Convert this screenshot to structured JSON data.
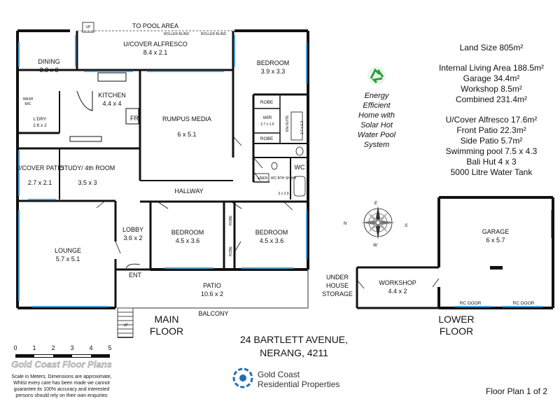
{
  "main_floor": {
    "top_label": "TO POOL AREA",
    "roller_blind_1": "ROLLER BLIND",
    "roller_blind_2": "ROLLER BLIND",
    "up_top": "UP",
    "rooms": [
      {
        "id": "dining",
        "name": "DINING",
        "dim": "3.3 x 3"
      },
      {
        "id": "alfresco",
        "name": "U/COVER ALFRESCO",
        "dim": "8.4 x 2.1"
      },
      {
        "id": "bedroom-top",
        "name": "BEDROOM",
        "dim": "3.9 x 3.3"
      },
      {
        "id": "kitchen",
        "name": "KITCHEN",
        "dim": "4.4 x 4"
      },
      {
        "id": "rumpus",
        "name": "RUMPUS MEDIA",
        "dim": "6 x 5.1"
      },
      {
        "id": "ldry",
        "name": "L'DRY",
        "dim": "2.6 x 2"
      },
      {
        "id": "wir",
        "name": "WIR",
        "dim": "2.7 x 1.5"
      },
      {
        "id": "ensuite",
        "name": "EN-SUITE",
        "dim": "2.7 x 1.3"
      },
      {
        "id": "patio-left",
        "name": "U/COVER PATIO",
        "dim": "2.7 x 2.1"
      },
      {
        "id": "study",
        "name": "STUDY/ 4th ROOM",
        "dim": "3.5 x 3"
      },
      {
        "id": "wc-bth",
        "name": "WC BTH SHWR",
        "dim": "3 x 2.9"
      },
      {
        "id": "lobby",
        "name": "LOBBY",
        "dim": "3.6 x 2"
      },
      {
        "id": "bedroom-mid",
        "name": "BEDROOM",
        "dim": "4.5 x 3.6"
      },
      {
        "id": "bedroom-right",
        "name": "BEDROOM",
        "dim": "4.5 x 3.6"
      },
      {
        "id": "lounge",
        "name": "LOUNGE",
        "dim": "5.7 x 5.1"
      },
      {
        "id": "patio-front",
        "name": "PATIO",
        "dim": "10.6 x 2"
      }
    ],
    "labels": {
      "hallway": "HALLWAY",
      "balcony": "BALCONY",
      "ent": "ENT",
      "fr": "FR",
      "wc": "WC",
      "robe1": "ROBE",
      "robe2": "ROBE",
      "robe_v1": "ROBE",
      "robe_v2": "ROBE",
      "linen": "LINEN",
      "wash": "WASH",
      "mc": "M/C",
      "up_bottom": "UP",
      "floor_name_1": "MAIN",
      "floor_name_2": "FLOOR"
    }
  },
  "lower_floor": {
    "garage_name": "GARAGE",
    "garage_dim": "6 x 5.7",
    "workshop_name": "WORKSHOP",
    "workshop_dim": "4.4 x 2",
    "under_house_1": "UNDER",
    "under_house_2": "HOUSE",
    "under_house_3": "STORAGE",
    "rc_door_1": "RC DOOR",
    "rc_door_2": "RC DOOR",
    "floor_name_1": "LOWER",
    "floor_name_2": "FLOOR"
  },
  "compass": {
    "n": "N",
    "e": "E",
    "s": "S",
    "w": "W"
  },
  "eco_text": [
    "Energy",
    "Efficient",
    "Home with",
    "Solar Hot",
    "Water Pool",
    "System"
  ],
  "stats": [
    "Land Size 805m²",
    "",
    "Internal Living Area 188.5m²",
    "Garage 34.4m²",
    "Workshop 8.5m²",
    "Combined 231.4m²",
    "",
    "U/Cover Alfresco 17.6m²",
    "Front Patio 22.3m²",
    "Side Patio 5.7m²",
    "Swimming pool 7.5 x 4.3",
    "Bali Hut 4 x 3",
    "5000 Litre Water Tank"
  ],
  "address_line_1": "24 BARTLETT AVENUE,",
  "address_line_2": "NERANG, 4211",
  "scale": {
    "ticks": [
      "0",
      "1",
      "2",
      "3",
      "4",
      "5"
    ]
  },
  "brand_left": "Gold Coast Floor Plans",
  "disclaimer": [
    "Scale in Meters, Dimensions are approximate,",
    "Whilst every care has been made we cannot",
    "guarantee its 100% accuracy and interested",
    "persons should rely on their own enquiries"
  ],
  "brand_right_1": "Gold Coast",
  "brand_right_2": "Residential Properties",
  "plan_number": "Floor Plan 1 of 2",
  "colors": {
    "wall": "#111111",
    "window": "#4a9fd6",
    "eco_green": "#2e9e3c",
    "brand_blue": "#1d6fb8"
  }
}
